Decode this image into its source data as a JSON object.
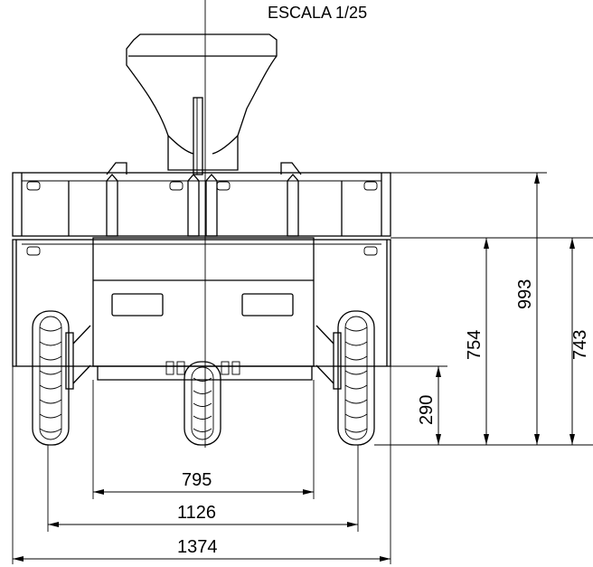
{
  "scale_label": "ESCALA 1/25",
  "dimensions": {
    "horizontal": {
      "inner_width": "795",
      "wheel_track": "1126",
      "overall_width": "1374"
    },
    "vertical": {
      "lower_height": "290",
      "mid_height": "754",
      "overall_height": "993",
      "side_height": "743"
    }
  },
  "colors": {
    "line": "#000000",
    "background": "#ffffff"
  }
}
